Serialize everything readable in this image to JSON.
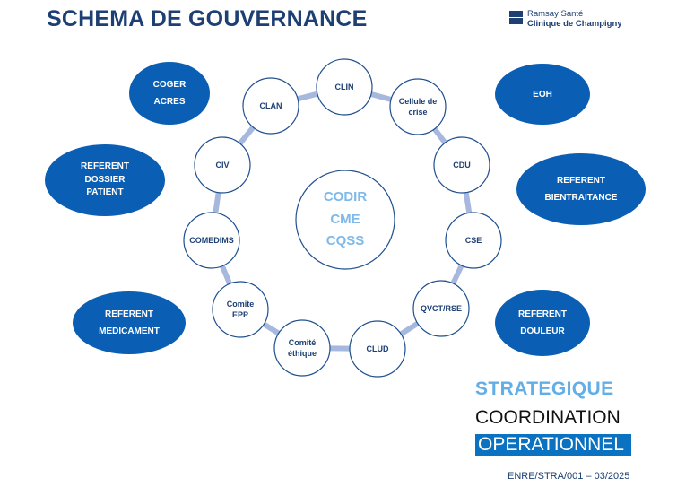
{
  "title": "SCHEMA DE GOUVERNANCE",
  "logo": {
    "line1": "Ramsay Santé",
    "line2": "Clinique de Champigny"
  },
  "center": [
    "CODIR",
    "CME",
    "CQSS"
  ],
  "ring": [
    [
      "CLIN"
    ],
    [
      "Cellule de",
      "crise"
    ],
    [
      "CDU"
    ],
    [
      "CSE"
    ],
    [
      "QVCT/RSE"
    ],
    [
      "CLUD"
    ],
    [
      "Comité",
      "éthique"
    ],
    [
      "Comite",
      "EPP"
    ],
    [
      "COMEDIMS"
    ],
    [
      "CIV"
    ],
    [
      "CLAN"
    ]
  ],
  "ovals": [
    [
      "COGER",
      "ACRES"
    ],
    [
      "EOH"
    ],
    [
      "REFERENT",
      "DOSSIER",
      "PATIENT"
    ],
    [
      "REFERENT",
      "BIENTRAITANCE"
    ],
    [
      "REFERENT",
      "MEDICAMENT"
    ],
    [
      "REFERENT",
      "DOULEUR"
    ]
  ],
  "legend": {
    "strategique": "STRATEGIQUE",
    "coordination": "COORDINATION",
    "operationnel": "OPERATIONNEL"
  },
  "reference": "ENRE/STRA/001 – 03/2025",
  "colors": {
    "navy": "#1d3f73",
    "oval_fill": "#0a5fb4",
    "connector": "#a6b8de",
    "circle_stroke": "#1f4f8f",
    "center_text": "#7fb9e8"
  }
}
